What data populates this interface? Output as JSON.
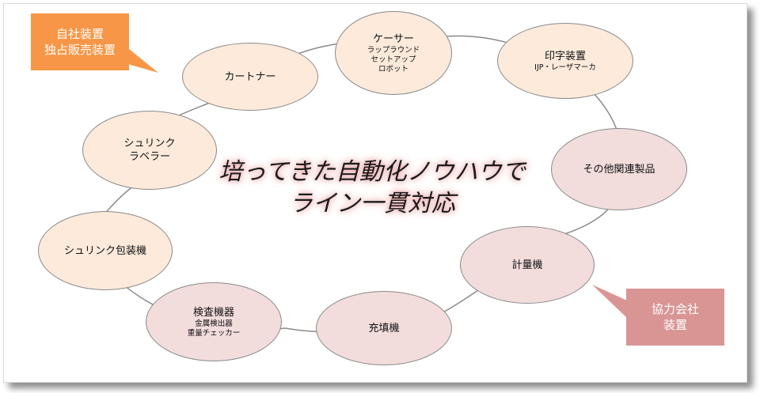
{
  "callouts": {
    "own": {
      "line1": "自社装置",
      "line2": "独占販売装置",
      "color": "#f79646"
    },
    "partner": {
      "line1": "協力会社",
      "line2": "装置",
      "color": "#d99594"
    }
  },
  "slogan": {
    "line1": "培ってきた自動化ノウハウで",
    "line2": "ライン一貫対応"
  },
  "nodes": {
    "carton": {
      "title": "カートナー"
    },
    "caser": {
      "title": "ケーサー",
      "sub1": "ラップラウンド",
      "sub2": "セットアップ",
      "sub3": "ロボット"
    },
    "printer": {
      "title": "印字装置",
      "sub1": "IJP・レーザマーカ"
    },
    "other": {
      "title": "その他関連製品"
    },
    "weigher": {
      "title": "計量機"
    },
    "filler": {
      "title": "充填機"
    },
    "inspection": {
      "title": "検査機器",
      "sub1": "金属検出器",
      "sub2": "重量チェッカー"
    },
    "shrink": {
      "title": "シュリンク包装機"
    },
    "labeler": {
      "title": "シュリンク",
      "sub1": "ラベラー"
    }
  },
  "colors": {
    "own_fill": "#fdeadb",
    "partner_fill": "#f2dcdc",
    "outline": "#8a8a8a"
  }
}
